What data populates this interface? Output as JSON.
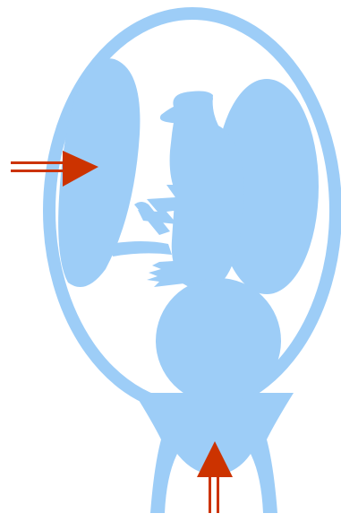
{
  "diagram": {
    "colors": {
      "background": "#ffffff",
      "body": "#9dcdf7",
      "arrow": "#cc3300"
    },
    "parts": [
      "uterus-outline",
      "placenta",
      "fetus-head",
      "fetus-torso",
      "fetus-arm",
      "fetus-leg",
      "fetus-foot",
      "cervix"
    ],
    "arrows": [
      {
        "name": "side-pressure-arrow",
        "direction": "right"
      },
      {
        "name": "bottom-pressure-arrow",
        "direction": "up"
      }
    ]
  }
}
